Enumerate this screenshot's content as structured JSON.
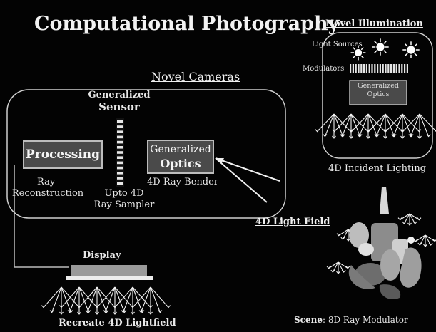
{
  "title": "Computational Photography",
  "novel_illumination": {
    "heading": "Novel Illumination",
    "light_sources": "Light Sources",
    "modulators": "Modulators",
    "optics_box": [
      "Generalized",
      "Optics"
    ],
    "caption": "4D Incident Lighting"
  },
  "novel_cameras": {
    "heading": "Novel Cameras",
    "sensor_label": [
      "Generalized",
      "Sensor"
    ],
    "processing": "Processing",
    "optics_box": [
      "Generalized",
      "Optics"
    ],
    "ray_reconstruction": [
      "Ray",
      "Reconstruction"
    ],
    "ray_sampler": [
      "Upto 4D",
      "Ray Sampler"
    ],
    "ray_bender": "4D Ray Bender"
  },
  "light_field": "4D Light Field",
  "display": {
    "label": "Display",
    "caption": "Recreate 4D Lightfield"
  },
  "scene": {
    "label_bold": "Scene",
    "label_rest": ": 8D Ray Modulator"
  },
  "colors": {
    "background": "#030303",
    "box_fill": "#4a4a4a",
    "box_border": "#bdbdbd",
    "display_fill": "#9a9a9a"
  }
}
